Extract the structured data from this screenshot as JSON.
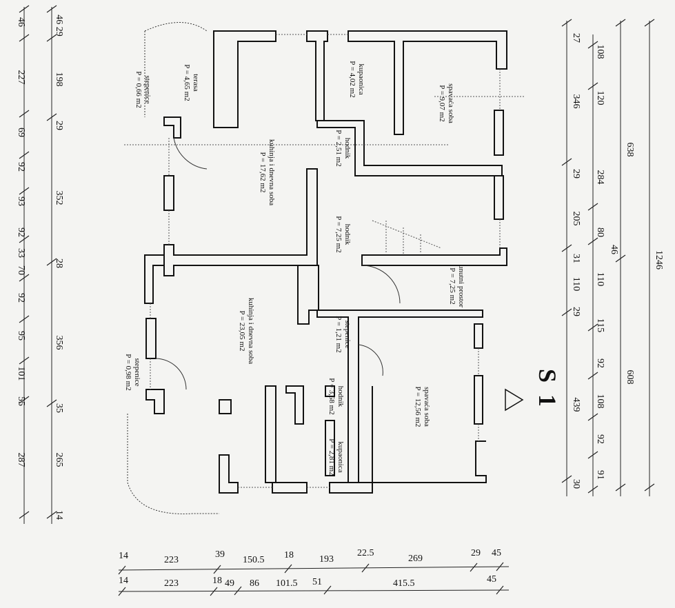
{
  "plan_title": "S 1",
  "rooms": [
    {
      "id": "terasa",
      "name": "terasa",
      "area": "P = 4,65 m2"
    },
    {
      "id": "stepenice-top",
      "name": "stepenice",
      "area": "P = 0,66 m2"
    },
    {
      "id": "kupaonica-1",
      "name": "kupaonica",
      "area": "P = 4,02 m2"
    },
    {
      "id": "spavaca-1",
      "name": "spavaća soba",
      "area": "P = 9,07 m2"
    },
    {
      "id": "kuhinja-1",
      "name": "kuhinja i dnevna soba",
      "area": "P = 17,62 m2"
    },
    {
      "id": "hodnik-1",
      "name": "hodnik",
      "area": "P = 2,51 m2"
    },
    {
      "id": "hodnik-2",
      "name": "hodnik",
      "area": "P = 7,25 m2"
    },
    {
      "id": "unutarnji",
      "name": "unutni prostor",
      "area": "P = 7,25 m2"
    },
    {
      "id": "kuhinja-2",
      "name": "kuhinja i dnevna soba",
      "area": "P = 23,05 m2"
    },
    {
      "id": "stepenice-mid",
      "name": "stepenice",
      "area": "P = 1,21 m2"
    },
    {
      "id": "stepenice-bottom",
      "name": "stepenice",
      "area": "P = 0,98 m2"
    },
    {
      "id": "hodnik-3",
      "name": "hodnik",
      "area": "P = 3,58 m2"
    },
    {
      "id": "kupaonica-2",
      "name": "kupaonica",
      "area": "P = 2,81 m2"
    },
    {
      "id": "spavaca-2",
      "name": "spavaća soba",
      "area": "P = 12,56 m2"
    }
  ],
  "dims_left_outer": [
    "46",
    "227",
    "69",
    "92",
    "93",
    "92",
    "33",
    "70",
    "92",
    "95",
    "101",
    "55",
    "287"
  ],
  "dims_left_inner": [
    "46 29",
    "198",
    "29",
    "352",
    "28",
    "356",
    "35",
    "265",
    "14"
  ],
  "dims_right_inner": [
    "27",
    "346",
    "29",
    "205",
    "31",
    "110",
    "29",
    "439",
    "30"
  ],
  "dims_right_mid": [
    "108",
    "120",
    "284",
    "80",
    "46",
    "110",
    "115",
    "92",
    "108",
    "92",
    "91"
  ],
  "dims_right_outer": [
    "638",
    "608"
  ],
  "dims_right_total": [
    "1246"
  ],
  "dims_bottom_row1": [
    "14",
    "223",
    "39",
    "150.5",
    "18",
    "193",
    "22.5",
    "269",
    "29",
    "45"
  ],
  "dims_bottom_row2": [
    "14",
    "223",
    "18",
    "49",
    "86",
    "101.5",
    "51",
    "415.5",
    "45"
  ]
}
